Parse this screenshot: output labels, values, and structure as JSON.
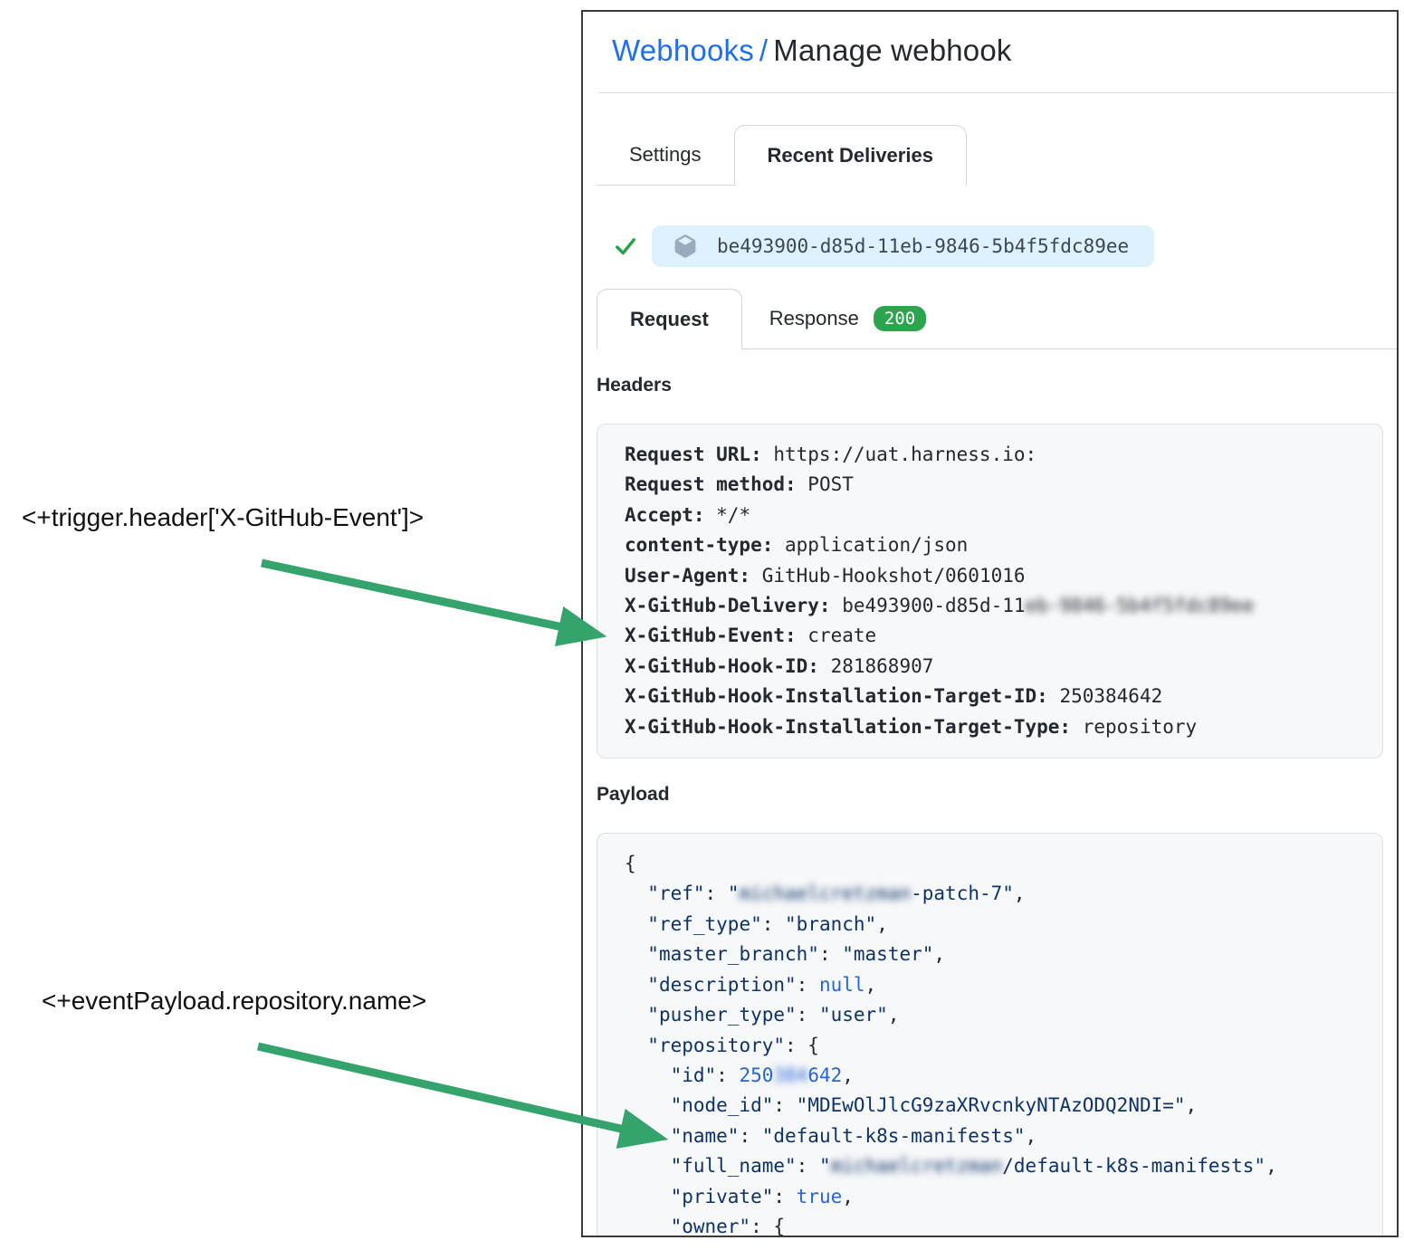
{
  "colors": {
    "accent_blue": "#1f6feb",
    "arrow_green": "#34a36c",
    "badge_green": "#2da44e",
    "check_green": "#26a148",
    "pill_bg": "#ddf2fe",
    "code_key_navy": "#0f3267",
    "code_const_blue": "#2767d4",
    "box_bg": "#f6f8fa"
  },
  "annotations": [
    {
      "text": "<+trigger.header['X-GitHub-Event']>"
    },
    {
      "text": "<+eventPayload.repository.name>"
    }
  ],
  "page": {
    "breadcrumb": {
      "link": "Webhooks",
      "separator": "/",
      "current": "Manage webhook"
    },
    "tabs_main": [
      {
        "label": "Settings",
        "active": false
      },
      {
        "label": "Recent Deliveries",
        "active": true
      }
    ],
    "delivery": {
      "guid": "be493900-d85d-11eb-9846-5b4f5fdc89ee",
      "status_icon": "check-icon",
      "guid_icon": "package-icon"
    },
    "tabs_delivery": [
      {
        "label": "Request",
        "active": true
      },
      {
        "label": "Response",
        "active": false,
        "badge": "200"
      }
    ],
    "headers_section": {
      "title": "Headers",
      "lines": [
        [
          {
            "t": "Request URL:",
            "c": "hb"
          },
          {
            "t": " https://uat.harness.io:"
          }
        ],
        [
          {
            "t": "Request method:",
            "c": "hb"
          },
          {
            "t": " POST"
          }
        ],
        [
          {
            "t": "Accept:",
            "c": "hb"
          },
          {
            "t": " */*"
          }
        ],
        [
          {
            "t": "content-type:",
            "c": "hb"
          },
          {
            "t": " application/json"
          }
        ],
        [
          {
            "t": "User-Agent:",
            "c": "hb"
          },
          {
            "t": " GitHub-Hookshot/0601016"
          }
        ],
        [
          {
            "t": "X-GitHub-Delivery:",
            "c": "hb"
          },
          {
            "t": " be493900-d85d-11"
          },
          {
            "t": "eb-9846-5b4f5fdc89ee",
            "c": "blur"
          }
        ],
        [
          {
            "t": "X-GitHub-Event:",
            "c": "hb"
          },
          {
            "t": " create"
          }
        ],
        [
          {
            "t": "X-GitHub-Hook-ID:",
            "c": "hb"
          },
          {
            "t": " 281868907"
          }
        ],
        [
          {
            "t": "X-GitHub-Hook-Installation-Target-ID:",
            "c": "hb"
          },
          {
            "t": " 250384642"
          }
        ],
        [
          {
            "t": "X-GitHub-Hook-Installation-Target-Type:",
            "c": "hb"
          },
          {
            "t": " repository"
          }
        ]
      ]
    },
    "payload_section": {
      "title": "Payload",
      "lines": [
        [
          {
            "t": "{",
            "c": "pp"
          }
        ],
        [
          {
            "t": "  ",
            "c": "pp"
          },
          {
            "t": "\"ref\"",
            "c": "pk"
          },
          {
            "t": ": ",
            "c": "pp"
          },
          {
            "t": "\"",
            "c": "ps"
          },
          {
            "t": "michaelcretzman",
            "c": "ps blur"
          },
          {
            "t": "-patch-7\"",
            "c": "ps"
          },
          {
            "t": ",",
            "c": "pp"
          }
        ],
        [
          {
            "t": "  ",
            "c": "pp"
          },
          {
            "t": "\"ref_type\"",
            "c": "pk"
          },
          {
            "t": ": ",
            "c": "pp"
          },
          {
            "t": "\"branch\"",
            "c": "ps"
          },
          {
            "t": ",",
            "c": "pp"
          }
        ],
        [
          {
            "t": "  ",
            "c": "pp"
          },
          {
            "t": "\"master_branch\"",
            "c": "pk"
          },
          {
            "t": ": ",
            "c": "pp"
          },
          {
            "t": "\"master\"",
            "c": "ps"
          },
          {
            "t": ",",
            "c": "pp"
          }
        ],
        [
          {
            "t": "  ",
            "c": "pp"
          },
          {
            "t": "\"description\"",
            "c": "pk"
          },
          {
            "t": ": ",
            "c": "pp"
          },
          {
            "t": "null",
            "c": "pc"
          },
          {
            "t": ",",
            "c": "pp"
          }
        ],
        [
          {
            "t": "  ",
            "c": "pp"
          },
          {
            "t": "\"pusher_type\"",
            "c": "pk"
          },
          {
            "t": ": ",
            "c": "pp"
          },
          {
            "t": "\"user\"",
            "c": "ps"
          },
          {
            "t": ",",
            "c": "pp"
          }
        ],
        [
          {
            "t": "  ",
            "c": "pp"
          },
          {
            "t": "\"repository\"",
            "c": "pk"
          },
          {
            "t": ": {",
            "c": "pp"
          }
        ],
        [
          {
            "t": "    ",
            "c": "pp"
          },
          {
            "t": "\"id\"",
            "c": "pk"
          },
          {
            "t": ": ",
            "c": "pp"
          },
          {
            "t": "250",
            "c": "pc"
          },
          {
            "t": "384",
            "c": "pc blur"
          },
          {
            "t": "642",
            "c": "pc"
          },
          {
            "t": ",",
            "c": "pp"
          }
        ],
        [
          {
            "t": "    ",
            "c": "pp"
          },
          {
            "t": "\"node_id\"",
            "c": "pk"
          },
          {
            "t": ": ",
            "c": "pp"
          },
          {
            "t": "\"MDEwOlJlcG9zaXRvcnkyNTAzODQ2NDI=\"",
            "c": "ps"
          },
          {
            "t": ",",
            "c": "pp"
          }
        ],
        [
          {
            "t": "    ",
            "c": "pp"
          },
          {
            "t": "\"name\"",
            "c": "pk"
          },
          {
            "t": ": ",
            "c": "pp"
          },
          {
            "t": "\"default-k8s-manifests\"",
            "c": "ps"
          },
          {
            "t": ",",
            "c": "pp"
          }
        ],
        [
          {
            "t": "    ",
            "c": "pp"
          },
          {
            "t": "\"full_name\"",
            "c": "pk"
          },
          {
            "t": ": ",
            "c": "pp"
          },
          {
            "t": "\"",
            "c": "ps"
          },
          {
            "t": "michaelcretzman",
            "c": "ps blur"
          },
          {
            "t": "/default-k8s-manifests\"",
            "c": "ps"
          },
          {
            "t": ",",
            "c": "pp"
          }
        ],
        [
          {
            "t": "    ",
            "c": "pp"
          },
          {
            "t": "\"private\"",
            "c": "pk"
          },
          {
            "t": ": ",
            "c": "pp"
          },
          {
            "t": "true",
            "c": "pc"
          },
          {
            "t": ",",
            "c": "pp"
          }
        ],
        [
          {
            "t": "    ",
            "c": "pp"
          },
          {
            "t": "\"owner\"",
            "c": "pk"
          },
          {
            "t": ": {",
            "c": "pp"
          }
        ]
      ]
    }
  }
}
